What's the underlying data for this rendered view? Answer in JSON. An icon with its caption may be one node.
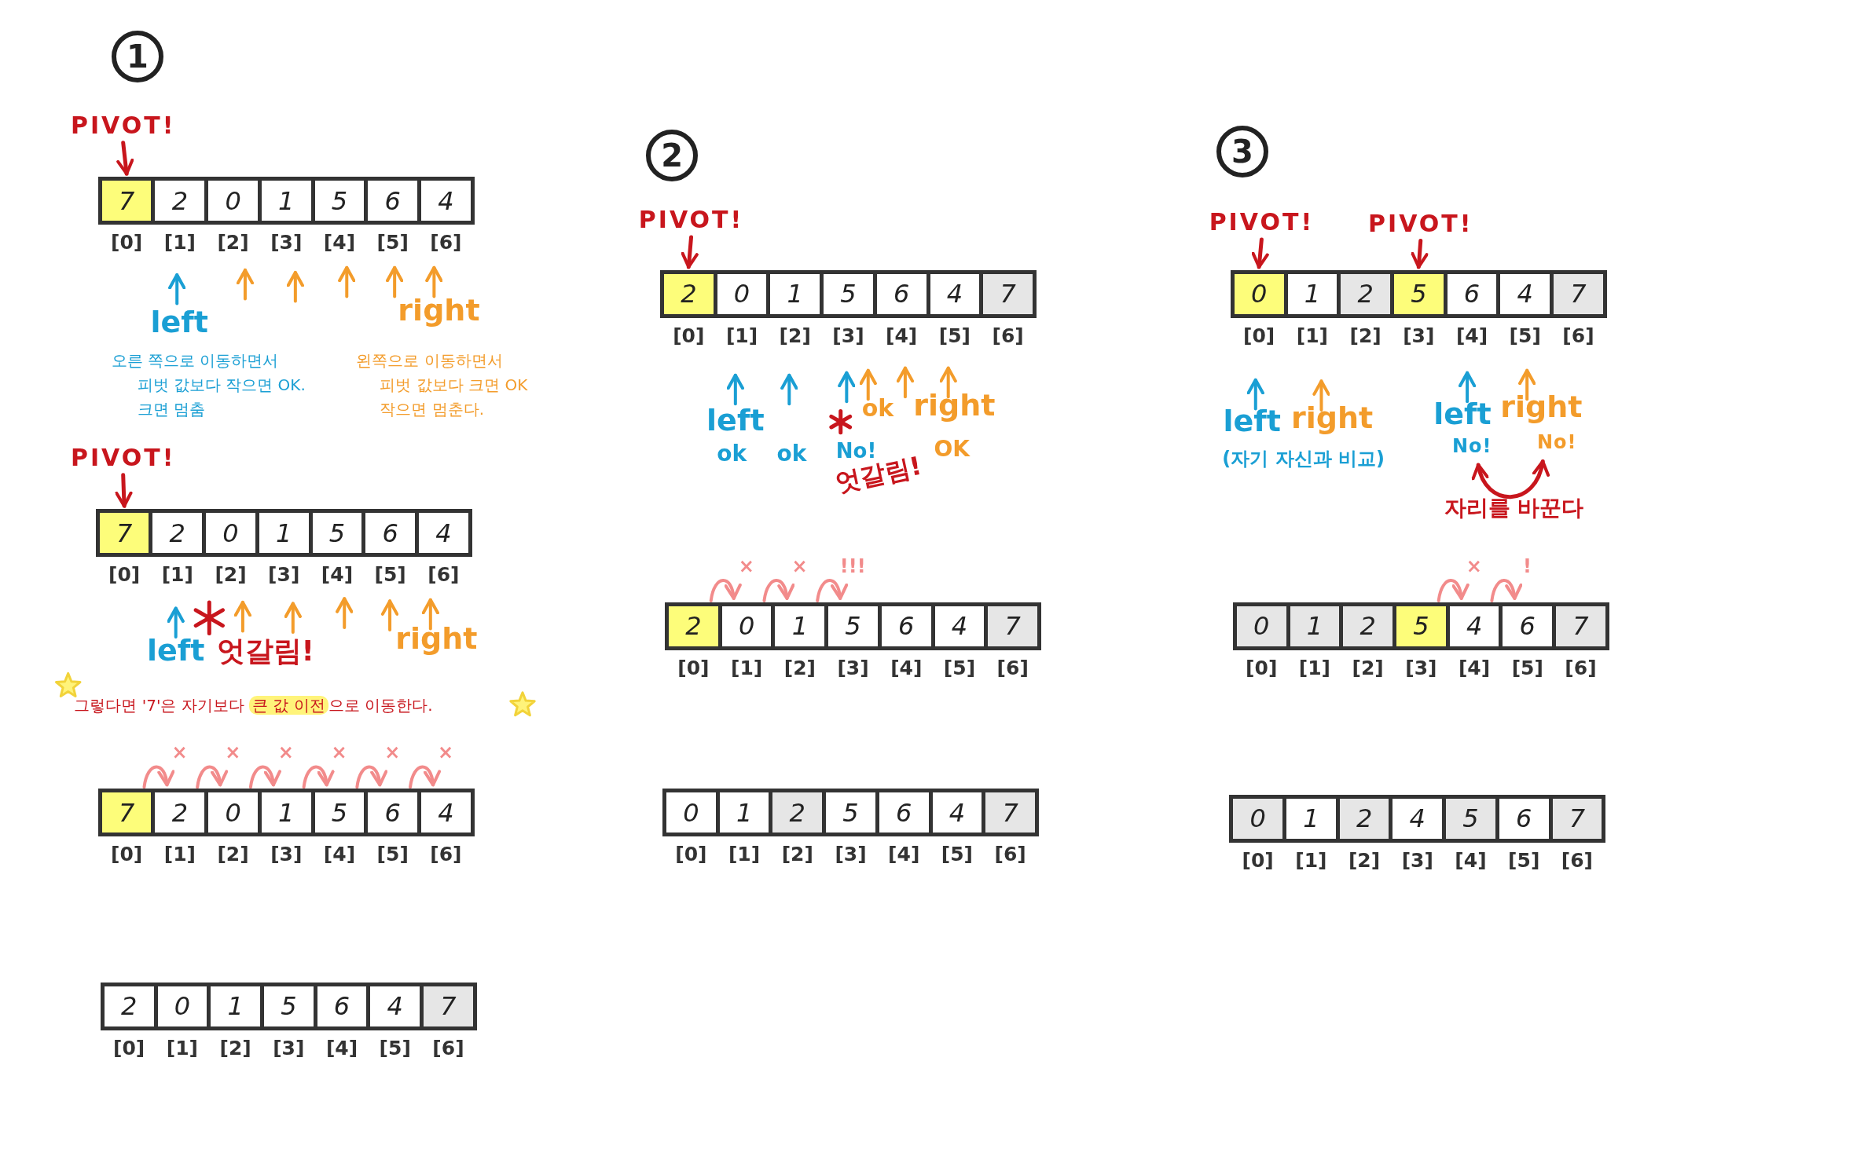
{
  "diagram": {
    "nodes": [
      {
        "text": [
          "1"
        ]
      },
      {
        "text": [
          "PIVOT!"
        ]
      },
      {
        "text": [
          "7"
        ],
        "beside": [
          "[0]"
        ]
      },
      {
        "text": [
          "2"
        ],
        "beside": [
          "[1]"
        ]
      },
      {
        "text": [
          "0"
        ],
        "beside": [
          "[2]"
        ]
      },
      {
        "text": [
          "1"
        ],
        "beside": [
          "[3]"
        ]
      },
      {
        "text": [
          "5"
        ],
        "beside": [
          "[4]"
        ]
      },
      {
        "text": [
          "6"
        ],
        "beside": [
          "[5]"
        ]
      },
      {
        "text": [
          "4"
        ],
        "beside": [
          "[6]"
        ]
      },
      {
        "text": [
          "PIVOT!"
        ]
      },
      {
        "text": [
          "7"
        ],
        "beside": [
          "[0]"
        ]
      },
      {
        "text": [
          "2"
        ],
        "beside": [
          "[1]"
        ]
      },
      {
        "text": [
          "0"
        ],
        "beside": [
          "[2]"
        ]
      },
      {
        "text": [
          "1"
        ],
        "beside": [
          "[3]"
        ]
      },
      {
        "text": [
          "5"
        ],
        "beside": [
          "[4]"
        ]
      },
      {
        "text": [
          "6"
        ],
        "beside": [
          "[5]"
        ]
      },
      {
        "text": [
          "4"
        ],
        "beside": [
          "[6]"
        ]
      },
      {
        "text": [
          "7"
        ],
        "beside": [
          "[0]"
        ]
      },
      {
        "text": [
          "2"
        ],
        "beside": [
          "[1]"
        ]
      },
      {
        "text": [
          "0"
        ],
        "beside": [
          "[2]"
        ]
      },
      {
        "text": [
          "1"
        ],
        "beside": [
          "[3]"
        ]
      },
      {
        "text": [
          "5"
        ],
        "beside": [
          "[4]"
        ]
      },
      {
        "text": [
          "6"
        ],
        "beside": [
          "[5]"
        ]
      },
      {
        "text": [
          "4"
        ],
        "beside": [
          "[6]"
        ]
      },
      {
        "text": [
          "2"
        ],
        "beside": [
          "[0]"
        ]
      },
      {
        "text": [
          "0"
        ],
        "beside": [
          "[1]"
        ]
      },
      {
        "text": [
          "1"
        ],
        "beside": [
          "[2]"
        ]
      },
      {
        "text": [
          "5"
        ],
        "beside": [
          "[3]"
        ]
      },
      {
        "text": [
          "6"
        ],
        "beside": [
          "[4]"
        ]
      },
      {
        "text": [
          "4"
        ],
        "beside": [
          "[5]"
        ]
      },
      {
        "text": [
          "7"
        ],
        "beside": [
          "[6]"
        ]
      },
      {
        "text": [
          "2"
        ]
      },
      {
        "text": [
          "PIVOT!"
        ]
      },
      {
        "text": [
          "2"
        ],
        "beside": [
          "[0]"
        ]
      },
      {
        "text": [
          "0"
        ],
        "beside": [
          "[1]"
        ]
      },
      {
        "text": [
          "1"
        ],
        "beside": [
          "[2]"
        ]
      },
      {
        "text": [
          "5"
        ],
        "beside": [
          "[3]"
        ]
      },
      {
        "text": [
          "6"
        ],
        "beside": [
          "[4]"
        ]
      },
      {
        "text": [
          "4"
        ],
        "beside": [
          "[5]"
        ]
      },
      {
        "text": [
          "7"
        ],
        "beside": [
          "[6]"
        ]
      },
      {
        "text": [
          "2"
        ],
        "beside": [
          "[0]"
        ]
      },
      {
        "text": [
          "0"
        ],
        "beside": [
          "[1]"
        ]
      },
      {
        "text": [
          "1"
        ],
        "beside": [
          "[2]"
        ]
      },
      {
        "text": [
          "5"
        ],
        "beside": [
          "[3]"
        ]
      },
      {
        "text": [
          "6"
        ],
        "beside": [
          "[4]"
        ]
      },
      {
        "text": [
          "4"
        ],
        "beside": [
          "[5]"
        ]
      },
      {
        "text": [
          "7"
        ],
        "beside": [
          "[6]"
        ]
      },
      {
        "text": [
          "0"
        ],
        "beside": [
          "[0]"
        ]
      },
      {
        "text": [
          "1"
        ],
        "beside": [
          "[1]"
        ]
      },
      {
        "text": [
          "2"
        ],
        "beside": [
          "[2]"
        ]
      },
      {
        "text": [
          "5"
        ],
        "beside": [
          "[3]"
        ]
      },
      {
        "text": [
          "6"
        ],
        "beside": [
          "[4]"
        ]
      },
      {
        "text": [
          "4"
        ],
        "beside": [
          "[5]"
        ]
      },
      {
        "text": [
          "7"
        ],
        "beside": [
          "[6]"
        ]
      },
      {
        "text": [
          "3"
        ]
      },
      {
        "text": [
          "PIVOT!"
        ]
      },
      {
        "text": [
          "PIVOT!"
        ]
      },
      {
        "text": [
          "0"
        ],
        "beside": [
          "[0]"
        ]
      },
      {
        "text": [
          "1"
        ],
        "beside": [
          "[1]"
        ]
      },
      {
        "text": [
          "2"
        ],
        "beside": [
          "[2]"
        ]
      },
      {
        "text": [
          "5"
        ],
        "beside": [
          "[3]"
        ]
      },
      {
        "text": [
          "6"
        ],
        "beside": [
          "[4]"
        ]
      },
      {
        "text": [
          "4"
        ],
        "beside": [
          "[5]"
        ]
      },
      {
        "text": [
          "7"
        ],
        "beside": [
          "[6]"
        ]
      },
      {
        "text": [
          "No!"
        ]
      },
      {
        "text": [
          "No!"
        ]
      },
      {
        "text": [
          "0"
        ],
        "beside": [
          "[0]"
        ]
      },
      {
        "text": [
          "1"
        ],
        "beside": [
          "[1]"
        ]
      },
      {
        "text": [
          "2"
        ],
        "beside": [
          "[2]"
        ]
      },
      {
        "text": [
          "5"
        ],
        "beside": [
          "[3]"
        ]
      },
      {
        "text": [
          "4"
        ],
        "beside": [
          "[4]"
        ]
      },
      {
        "text": [
          "6"
        ],
        "beside": [
          "[5]"
        ]
      },
      {
        "text": [
          "7"
        ],
        "beside": [
          "[6]"
        ]
      },
      {
        "text": [
          "0"
        ],
        "beside": [
          "[0]"
        ]
      },
      {
        "text": [
          "1"
        ],
        "beside": [
          "[1]"
        ]
      },
      {
        "text": [
          "2"
        ],
        "beside": [
          "[2]"
        ]
      },
      {
        "text": [
          "4"
        ],
        "beside": [
          "[3]"
        ]
      },
      {
        "text": [
          "5"
        ],
        "beside": [
          "[4]"
        ]
      },
      {
        "text": [
          "6"
        ],
        "beside": [
          "[5]"
        ]
      },
      {
        "text": [
          "7"
        ],
        "beside": [
          "[6]"
        ]
      }
    ],
    "edges": [
      {
        "from": 1,
        "to": 2,
        "arrow": "to",
        "color": "#c8161d"
      },
      {
        "from": 9,
        "to": 10,
        "arrow": "to",
        "color": "#c8161d"
      },
      {
        "from": 17,
        "to": 18,
        "arrow": "to",
        "label": "×"
      },
      {
        "from": 18,
        "to": 19,
        "arrow": "to",
        "label": "×"
      },
      {
        "from": 19,
        "to": 20,
        "arrow": "to",
        "label": "×"
      },
      {
        "from": 20,
        "to": 21,
        "arrow": "to",
        "label": "×"
      },
      {
        "from": 21,
        "to": 22,
        "arrow": "to",
        "label": "×"
      },
      {
        "from": 22,
        "to": 23,
        "arrow": "to",
        "label": "×"
      },
      {
        "from": 32,
        "to": 33,
        "arrow": "to",
        "color": "#c8161d"
      },
      {
        "from": 40,
        "to": 41,
        "arrow": "to",
        "label": "×"
      },
      {
        "from": 41,
        "to": 42,
        "arrow": "to",
        "label": "×"
      },
      {
        "from": 42,
        "to": 43,
        "arrow": "to",
        "label": "!!!"
      },
      {
        "from": 55,
        "to": 57,
        "arrow": "to",
        "color": "#c8161d"
      },
      {
        "from": 56,
        "to": 60,
        "arrow": "to",
        "color": "#c8161d"
      },
      {
        "from": 64,
        "to": 65,
        "arrow": "both",
        "color": "#c8161d"
      },
      {
        "from": 69,
        "to": 70,
        "arrow": "to",
        "label": "×"
      },
      {
        "from": 70,
        "to": 71,
        "arrow": "to",
        "label": "!"
      }
    ],
    "labels": [
      "left",
      "right",
      "오른 쪽으로 이동하면서 피벗 값보다 작으면 OK. 크면 멈춤",
      "왼쪽으로 이동하면서 피벗 값보다 크면 OK 작으면 멈춘다.",
      "left",
      "엇갈림!",
      "right",
      "그렇다면 '7'은 자기보다 **큰 값 이전**으로 이동한다.",
      "left",
      "ok",
      "right",
      "ok",
      "ok",
      "No!",
      "OK",
      "엇갈림!",
      "left",
      "right",
      "(자기 자신과 비교)",
      "left",
      "right",
      "자리를 바꾼다"
    ]
  }
}
